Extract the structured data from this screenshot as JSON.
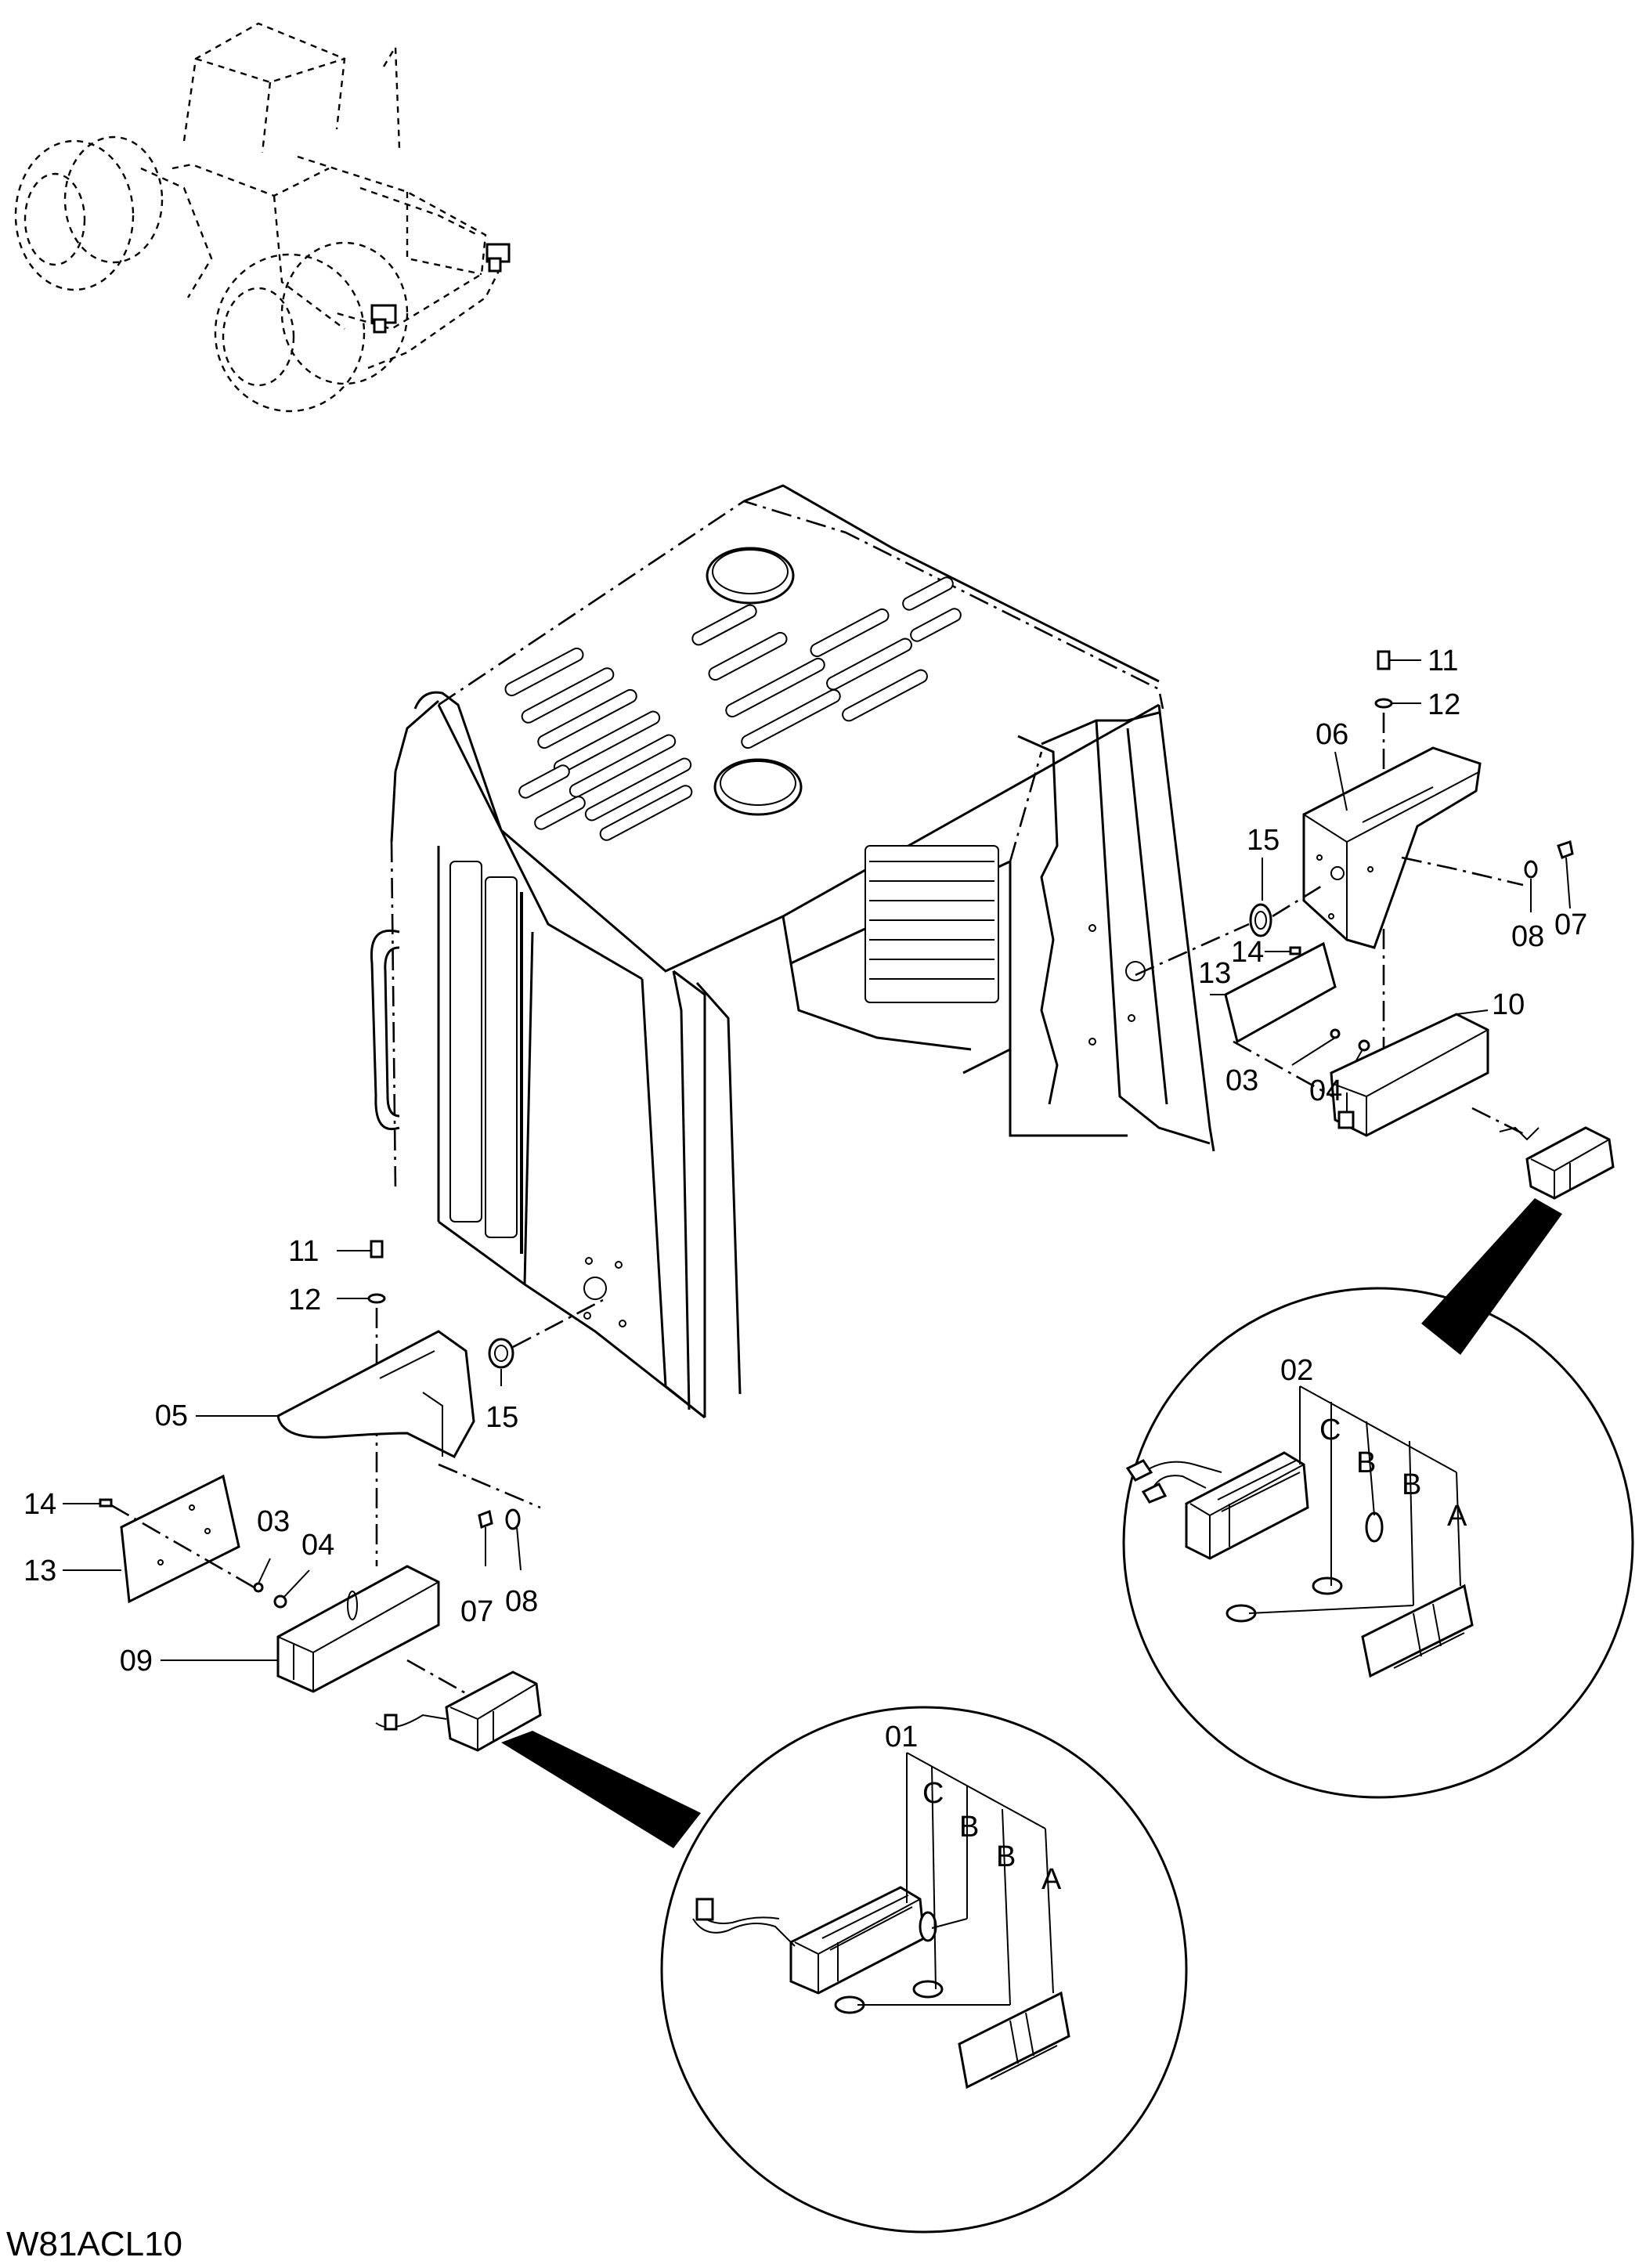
{
  "drawing_code": "W81ACL10",
  "callouts": {
    "left_11": "11",
    "left_12": "12",
    "left_05": "05",
    "left_15": "15",
    "left_14": "14",
    "left_13": "13",
    "left_03": "03",
    "left_04": "04",
    "left_07": "07",
    "left_08": "08",
    "left_09": "09",
    "right_11": "11",
    "right_12": "12",
    "right_06": "06",
    "right_15": "15",
    "right_08": "08",
    "right_07": "07",
    "right_14": "14",
    "right_13": "13",
    "right_10": "10",
    "right_03": "03",
    "right_04": "04"
  },
  "detail_left": {
    "assembly": "01",
    "c": "C",
    "b1": "B",
    "b2": "B",
    "a": "A"
  },
  "detail_right": {
    "assembly": "02",
    "c": "C",
    "b1": "B",
    "b2": "B",
    "a": "A"
  }
}
